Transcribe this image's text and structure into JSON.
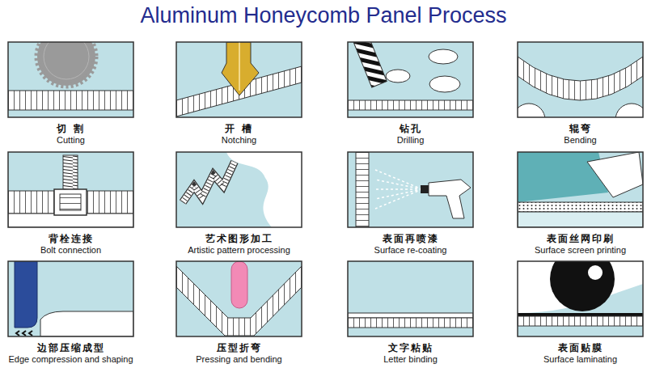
{
  "diagram": {
    "title": "Aluminum Honeycomb  Panel Process",
    "nodes": [
      {
        "text": [
          "切 割",
          "Cutting"
        ]
      },
      {
        "text": [
          "开 槽",
          "Notching"
        ]
      },
      {
        "text": [
          "钻孔",
          "Drilling"
        ]
      },
      {
        "text": [
          "辊弯",
          "Bending"
        ]
      },
      {
        "text": [
          "背栓连接",
          "Bolt connection"
        ]
      },
      {
        "text": [
          "艺术图形加工",
          "Artistic pattern processing"
        ]
      },
      {
        "text": [
          "表面再喷漆",
          "Surface re-coating"
        ]
      },
      {
        "text": [
          "表面丝网印刷",
          "Surface screen printing"
        ]
      },
      {
        "text": [
          "边部压缩成型",
          "Edge compression and shaping"
        ]
      },
      {
        "text": [
          "压型折弯",
          "Pressing and bending"
        ]
      },
      {
        "text": [
          "文字粘贴",
          "Letter binding"
        ]
      },
      {
        "text": [
          "表面贴膜",
          "Surface laminating"
        ]
      }
    ]
  }
}
